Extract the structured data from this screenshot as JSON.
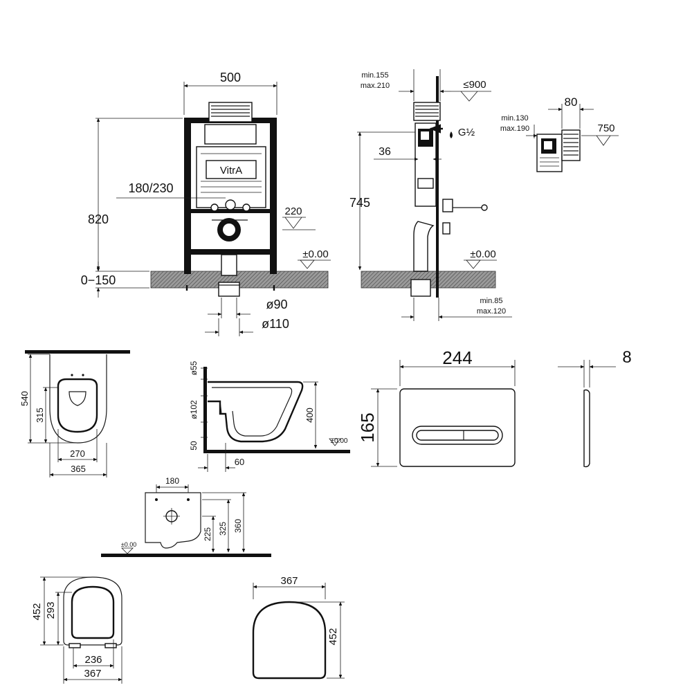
{
  "brand": {
    "logo_text": "VitrA"
  },
  "front_view": {
    "width": "500",
    "height": "820",
    "adjust": "0−150",
    "flush_range": "180/230",
    "pipe_height": "220",
    "floor": "±0.00",
    "drain_inner": "ø90",
    "drain_outer": "ø110"
  },
  "side_view": {
    "wall_min": "min.155",
    "wall_max": "max.210",
    "max_height": "≤900",
    "height": "745",
    "offset": "36",
    "supply": "G½",
    "floor": "±0.00",
    "base_min": "min.85",
    "base_max": "max.120"
  },
  "detail_view": {
    "depth_min": "min.130",
    "depth_max": "max.190",
    "width": "80",
    "height": "750"
  },
  "pan_top": {
    "depth": "540",
    "fix": "315",
    "inner": "270",
    "outer": "365"
  },
  "pan_side": {
    "dia1": "ø55",
    "dia2": "ø102",
    "height": "400",
    "base": "50",
    "offset": "60",
    "floor": "±0.00"
  },
  "plate_front": {
    "width": "244",
    "height": "165"
  },
  "plate_side": {
    "depth": "8"
  },
  "pan_elev": {
    "spacing": "180",
    "h1": "225",
    "h2": "325",
    "h3": "360",
    "floor": "±0.00"
  },
  "seat_top": {
    "depth": "452",
    "inner_depth": "293",
    "inner_width": "236",
    "width": "367"
  },
  "seat_lid": {
    "width": "367",
    "depth": "452"
  }
}
